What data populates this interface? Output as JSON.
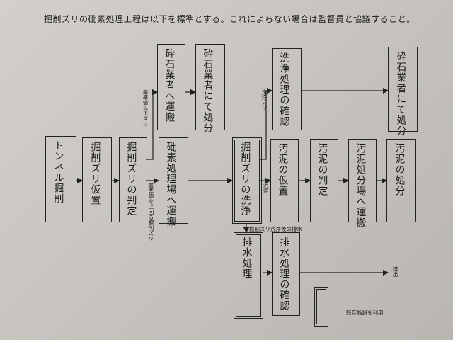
{
  "heading": "掘削ズリの砒素処理工程は以下を標準とする。これによらない場合は監督員と協議すること。",
  "nodes": {
    "tunnel": "トンネル掘削",
    "temp_storage": "掘削ズリ仮置",
    "judgement": "掘削ズリの判定",
    "quarry_transport": "砕石業者へ運搬",
    "quarry_disposal": "砕石業者にて処分",
    "arsenic_transport": "砒素処理場へ運搬",
    "washing": "掘削ズリの洗浄",
    "wash_confirm": "洗浄処理の確認",
    "quarry_disposal2": "砕石業者にて処分",
    "sludge_storage": "汚泥の仮置",
    "sludge_judgement": "汚泥の判定",
    "sludge_transport": "汚泥処分場へ運搬",
    "sludge_disposal": "汚泥の処分",
    "drain_treatment": "排水処理",
    "drain_confirm": "排水処理の確認"
  },
  "edge_labels": {
    "below_std": "基準値以下ズリ",
    "above_std": "基準値を上回る掘削ズリ",
    "wash_zuri": "洗浄ズリ",
    "sludge": "汚泥",
    "wash_drain": "掘削ズリ洗浄後の排水",
    "discharge": "排出"
  },
  "legend": {
    "label": "……既存施設を利用"
  }
}
